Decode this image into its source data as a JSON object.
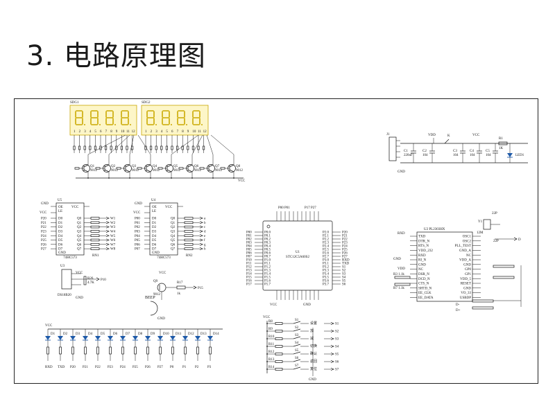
{
  "title": "3. 电路原理图",
  "digits": {
    "sdg1": "SDG1",
    "sdg2": "SDG2"
  },
  "drivers": [
    "Q1",
    "Q2",
    "Q3",
    "Q4",
    "Q5",
    "Q6",
    "Q7",
    "Q8"
  ],
  "driver_part": "9012",
  "driver_vcc": "VCC",
  "u5": {
    "ref": "U5",
    "part": "74HC573",
    "pins_in": [
      "P20",
      "P21",
      "P22",
      "P23",
      "P24",
      "P25",
      "P26",
      "P27"
    ],
    "outs": [
      "W1",
      "W2",
      "W3",
      "W4",
      "W5",
      "W6",
      "W7",
      "W8"
    ],
    "res_ref": "RN1"
  },
  "u4": {
    "ref": "U4",
    "part": "74HC573",
    "pins_in": [
      "P00",
      "P01",
      "P02",
      "P03",
      "P04",
      "P05",
      "P06",
      "P07"
    ],
    "outs": [
      "a",
      "b",
      "c",
      "d",
      "e",
      "f",
      "g",
      "h"
    ],
    "res_ref": "RN2"
  },
  "mcu": {
    "ref": "U1",
    "part": "STC12C5A60S2",
    "left_pins": [
      "P0.0",
      "P0.1",
      "P0.2",
      "P0.3",
      "P0.4",
      "P0.5",
      "P0.6",
      "P0.7",
      "P1.0",
      "P1.1",
      "P1.2",
      "P1.3",
      "P1.4",
      "P1.5",
      "P1.6",
      "P1.7"
    ],
    "right_pins": [
      "P2.0",
      "P2.1",
      "P2.2",
      "P2.3",
      "P2.4",
      "P2.5",
      "P2.6",
      "P2.7",
      "P3.0",
      "P3.1",
      "P3.2",
      "P3.3",
      "P3.4",
      "P3.5",
      "P3.6",
      "P3.7"
    ],
    "left_nets": [
      "P00",
      "P01",
      "P02",
      "P03",
      "P04",
      "P05",
      "P06",
      "P07",
      "P10",
      "P11",
      "P12",
      "P13",
      "P14",
      "P15",
      "P16",
      "P17"
    ],
    "right_nets": [
      "P20",
      "P21",
      "P22",
      "P23",
      "P24",
      "P25",
      "P26",
      "P27",
      "RXD",
      "TXD",
      "S1",
      "S2",
      "S3",
      "S4",
      "S5",
      "S6"
    ]
  },
  "power": {
    "j1": "J1",
    "gnd": "GND",
    "vdd": "VDD",
    "k": "K",
    "vcc": "VCC",
    "c1": "C1",
    "c1v": "220uF",
    "c2": "C2",
    "c2v": "104",
    "led": "LED1",
    "r": "R1",
    "rv": "1K"
  },
  "usb": {
    "ref": "U2",
    "part": "PL2303HX",
    "left": [
      "TXD",
      "DTR_N",
      "RTS_N",
      "VDD_232",
      "RXD",
      "RI_N",
      "GND",
      "NC",
      "DSR_N",
      "DCD_N",
      "CTS_N",
      "SHTD_N",
      "EE_CLK",
      "EE_DATA"
    ],
    "right": [
      "OSC1",
      "OSC2",
      "PLL_TEST",
      "GND_A",
      "NC",
      "VDD_A",
      "GND",
      "GP0",
      "GP1",
      "VDD_5",
      "RESET",
      "GND",
      "VO_33",
      "USBDP"
    ],
    "crystal": "Y1",
    "crystal_v": "12M",
    "cap1": "22P",
    "cap2": "22P"
  },
  "beep": {
    "q": "Q9",
    "label": "BEEP",
    "r": "R17",
    "rv": "1k",
    "net": "P15"
  },
  "ds18b20": {
    "ref": "U3",
    "part": "DS18B20",
    "r": "R26",
    "rv": "4.7K",
    "net": "P10"
  },
  "leds": {
    "vcc": "VCC",
    "labels": [
      "D1",
      "D2",
      "D3",
      "D4",
      "D5",
      "D6",
      "D7",
      "D8",
      "D9",
      "D10",
      "D11",
      "D12",
      "D13",
      "D14"
    ],
    "nets": [
      "RXD",
      "TXD",
      "P20",
      "P21",
      "P22",
      "P23",
      "P24",
      "P25",
      "P26",
      "P27",
      "P0",
      "P1",
      "P2",
      "P3"
    ]
  },
  "keys": {
    "vcc": "VCC",
    "labels": [
      "S1",
      "S2",
      "S3",
      "S4",
      "S5",
      "S6",
      "S7"
    ],
    "names": [
      "设置",
      "加",
      "减",
      "切换",
      "确认",
      "返回",
      "复位"
    ],
    "nets": [
      "S1",
      "S2",
      "S3",
      "S4",
      "S5",
      "S6",
      "S7"
    ]
  }
}
